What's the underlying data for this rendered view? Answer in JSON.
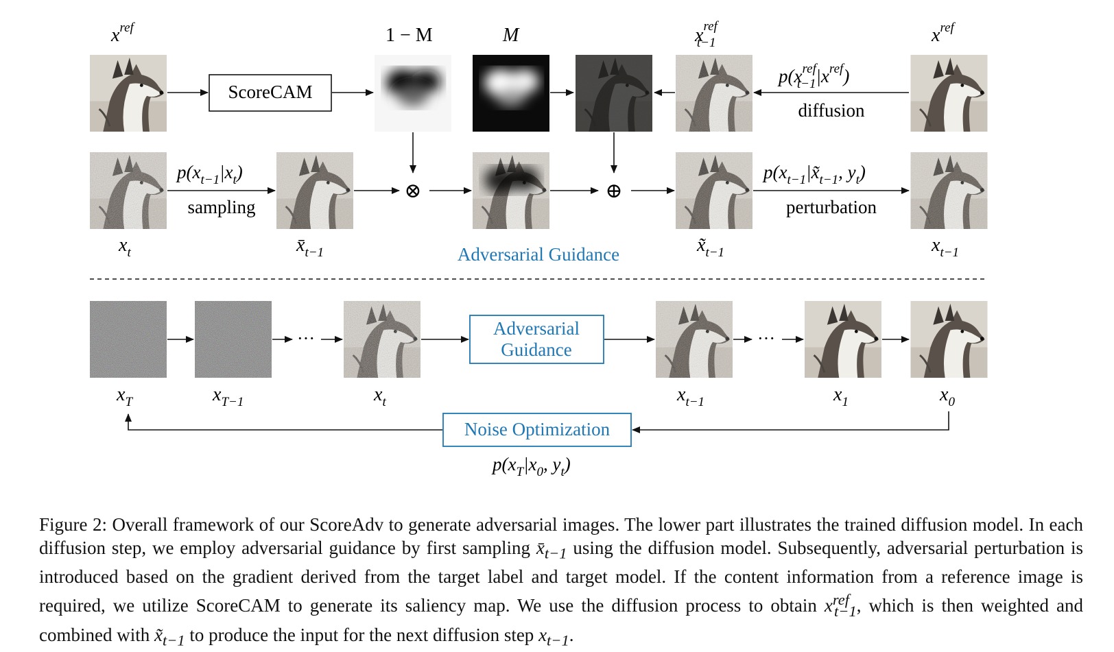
{
  "diagram": {
    "top": {
      "xref_left_label": "x",
      "xref_left_sup": "ref",
      "scorecam_box": "ScoreCAM",
      "one_minus_m_label": "1 − M",
      "m_label": "M",
      "xref_t1_label": "x",
      "xref_t1_sup": "ref",
      "xref_t1_sub": "t−1",
      "xref_right_label": "x",
      "xref_right_sup": "ref",
      "diffusion_formula": "p(x",
      "diffusion_formula_sup": "ref",
      "diffusion_formula_sub": "t−1",
      "diffusion_formula_tail": "|x",
      "diffusion_formula_tail_sup": "ref",
      "diffusion_formula_close": ")",
      "diffusion_word": "diffusion"
    },
    "middle": {
      "sampling_formula": "p(x",
      "sampling_formula_sub": "t−1",
      "sampling_formula_tail": "|x",
      "sampling_formula_tail_sub": "t",
      "sampling_formula_close": ")",
      "sampling_word": "sampling",
      "otimes": "⊗",
      "oplus": "⊕",
      "perturb_formula": "p(x",
      "perturb_formula_sub": "t−1",
      "perturb_formula_mid": "|x̃",
      "perturb_formula_mid_sub": "t−1",
      "perturb_formula_tail": ", y",
      "perturb_formula_tail_sub": "t",
      "perturb_formula_close": ")",
      "perturb_word": "perturbation",
      "label_xt": "x",
      "label_xt_sub": "t",
      "label_xbar": "x̄",
      "label_xbar_sub": "t−1",
      "label_xtilde": "x̃",
      "label_xtilde_sub": "t−1",
      "label_xt1": "x",
      "label_xt1_sub": "t−1",
      "adv_guidance_title": "Adversarial Guidance"
    },
    "bottom": {
      "label_xT": "x",
      "label_xT_sub": "T",
      "label_xT1": "x",
      "label_xT1_sub": "T−1",
      "label_xt": "x",
      "label_xt_sub": "t",
      "label_xt1": "x",
      "label_xt1_sub": "t−1",
      "label_x1": "x",
      "label_x1_sub": "1",
      "label_x0": "x",
      "label_x0_sub": "0",
      "dots": "···",
      "adv_box_line1": "Adversarial",
      "adv_box_line2": "Guidance",
      "noise_box": "Noise Optimization",
      "noise_formula": "p(x",
      "noise_formula_sub": "T",
      "noise_formula_tail": "|x",
      "noise_formula_tail_sub": "0",
      "noise_formula_mid": ", y",
      "noise_formula_mid_sub": "t",
      "noise_formula_close": ")"
    },
    "colors": {
      "accent": "#1f77b4",
      "line": "#111111"
    }
  },
  "caption": {
    "part1": "Figure 2: Overall framework of our ScoreAdv to generate adversarial images. The lower part illustrates the trained diffusion model. In each diffusion step, we employ adversarial guidance by first sampling ",
    "m1": "x̄",
    "m1_sub": "t−1",
    "part2": " using the diffusion model. Subsequently, adversarial perturbation is introduced based on the gradient derived from the target label and target model. If the content information from a reference image is required, we utilize ScoreCAM to generate its saliency map. We use the diffusion process to obtain ",
    "m2": "x",
    "m2_sup": "ref",
    "m2_sub": "t−1",
    "part3": ", which is then weighted and combined with ",
    "m3": "x̃",
    "m3_sub": "t−1",
    "part4": " to produce the input for the next diffusion step ",
    "m4": "x",
    "m4_sub": "t−1",
    "part5": "."
  }
}
